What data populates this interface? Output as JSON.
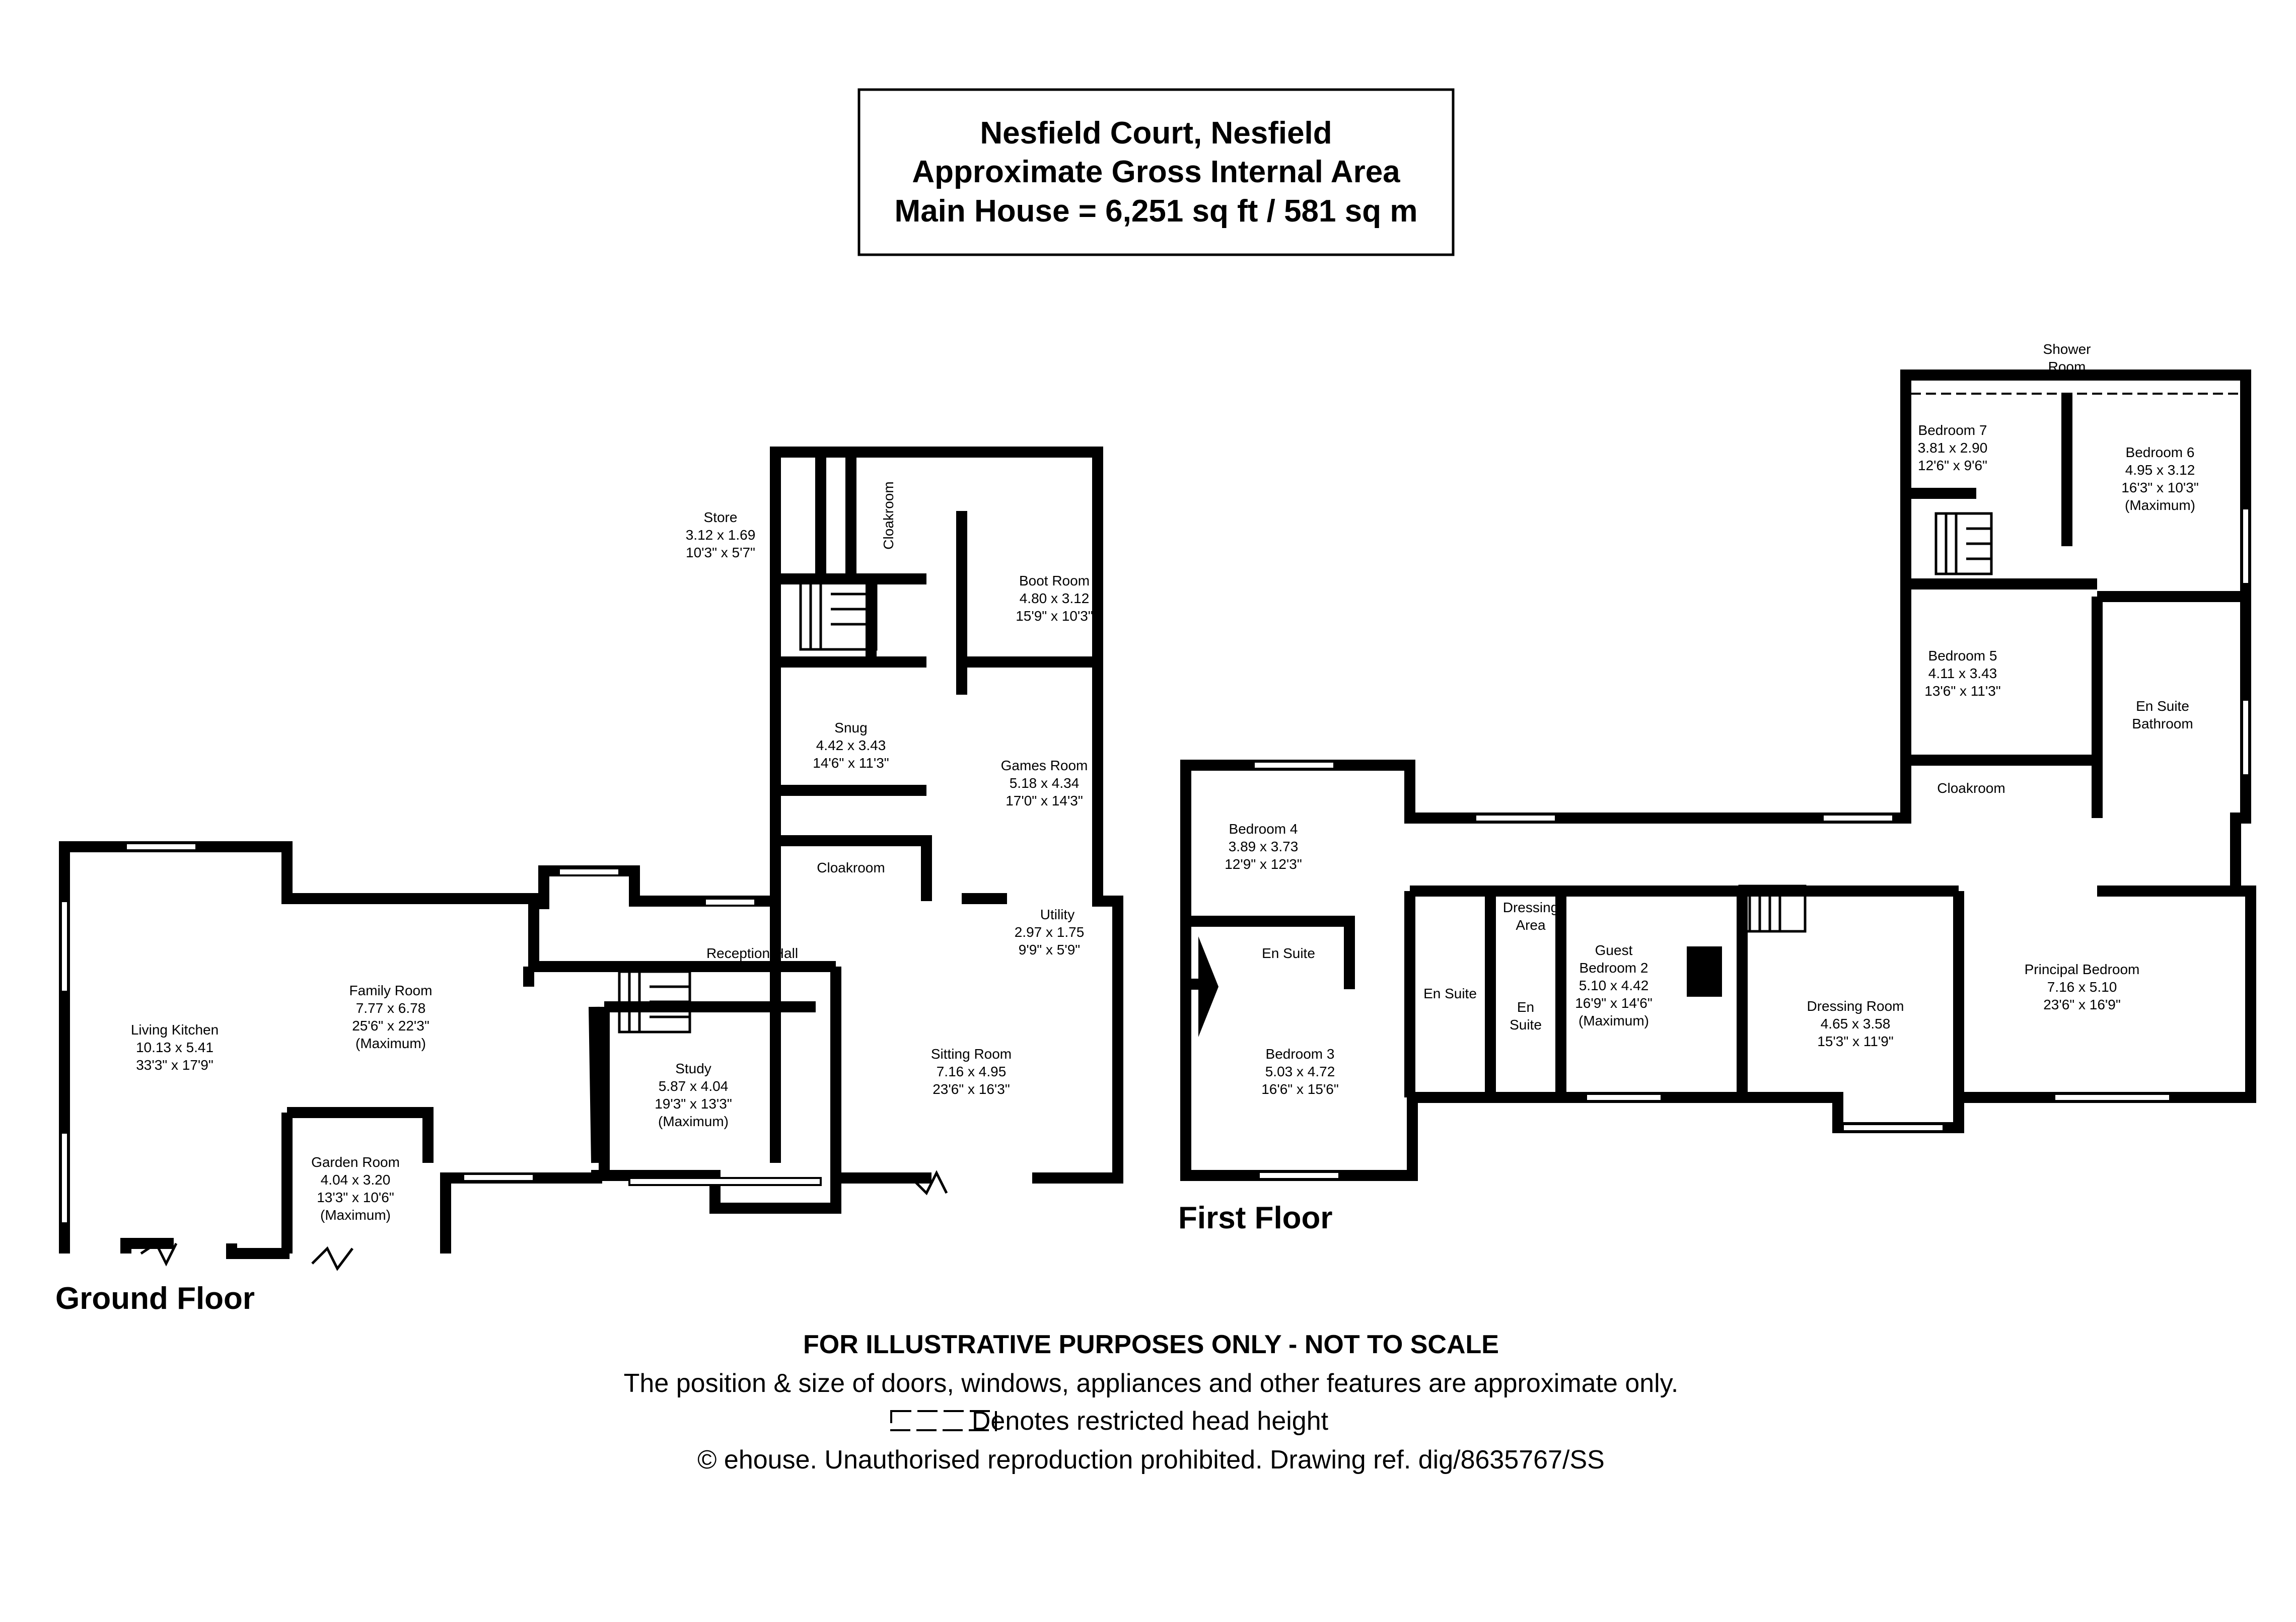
{
  "title": {
    "line1": "Nesfield Court, Nesfield",
    "line2": "Approximate Gross Internal Area",
    "line3": "Main House = 6,251 sq ft / 581 sq m"
  },
  "floors": {
    "ground": "Ground Floor",
    "first": "First Floor"
  },
  "rooms": {
    "living_kitchen": [
      "Living Kitchen",
      "10.13 x 5.41",
      "33'3\" x 17'9\""
    ],
    "family_room": [
      "Family Room",
      "7.77 x 6.78",
      "25'6\" x 22'3\"",
      "(Maximum)"
    ],
    "garden_room": [
      "Garden Room",
      "4.04 x 3.20",
      "13'3\" x 10'6\"",
      "(Maximum)"
    ],
    "reception_hall": [
      "Reception Hall"
    ],
    "study": [
      "Study",
      "5.87 x 4.04",
      "19'3\" x 13'3\"",
      "(Maximum)"
    ],
    "sitting_room": [
      "Sitting Room",
      "7.16 x 4.95",
      "23'6\" x 16'3\""
    ],
    "utility": [
      "Utility",
      "2.97 x 1.75",
      "9'9\" x 5'9\""
    ],
    "cloakroom_ground": [
      "Cloakroom"
    ],
    "games_room": [
      "Games Room",
      "5.18 x 4.34",
      "17'0\" x 14'3\""
    ],
    "snug": [
      "Snug",
      "4.42 x 3.43",
      "14'6\" x 11'3\""
    ],
    "boot_room": [
      "Boot Room",
      "4.80 x 3.12",
      "15'9\" x 10'3\""
    ],
    "store": [
      "Store",
      "3.12 x 1.69",
      "10'3\" x 5'7\""
    ],
    "cloakroom_upper": [
      "Cloakroom"
    ],
    "bedroom4": [
      "Bedroom 4",
      "3.89 x 3.73",
      "12'9\" x 12'3\""
    ],
    "en_suite_b4": [
      "En Suite"
    ],
    "bedroom3": [
      "Bedroom 3",
      "5.03 x 4.72",
      "16'6\" x 15'6\""
    ],
    "en_suite_b3": [
      "En Suite"
    ],
    "dressing_area": [
      "Dressing",
      "Area"
    ],
    "en_suite_guest": [
      "En",
      "Suite"
    ],
    "guest_bedroom2": [
      "Guest",
      "Bedroom 2",
      "5.10 x 4.42",
      "16'9\" x 14'6\"",
      "(Maximum)"
    ],
    "dressing_room": [
      "Dressing Room",
      "4.65 x 3.58",
      "15'3\" x 11'9\""
    ],
    "principal_bedroom": [
      "Principal Bedroom",
      "7.16 x 5.10",
      "23'6\" x 16'9\""
    ],
    "bedroom7": [
      "Bedroom 7",
      "3.81 x 2.90",
      "12'6\" x 9'6\""
    ],
    "shower_room": [
      "Shower",
      "Room"
    ],
    "bedroom6": [
      "Bedroom 6",
      "4.95 x 3.12",
      "16'3\" x 10'3\"",
      "(Maximum)"
    ],
    "bedroom5": [
      "Bedroom 5",
      "4.11 x 3.43",
      "13'6\" x 11'3\""
    ],
    "en_suite_bathroom": [
      "En Suite",
      "Bathroom"
    ],
    "cloakroom_first": [
      "Cloakroom"
    ]
  },
  "disclaimer": {
    "line1": "FOR ILLUSTRATIVE PURPOSES ONLY - NOT TO SCALE",
    "line2": "The position & size of doors, windows, appliances and other features are approximate only.",
    "line3": "Denotes restricted head height",
    "line4": "© ehouse. Unauthorised reproduction prohibited. Drawing ref. dig/8635767/SS"
  }
}
